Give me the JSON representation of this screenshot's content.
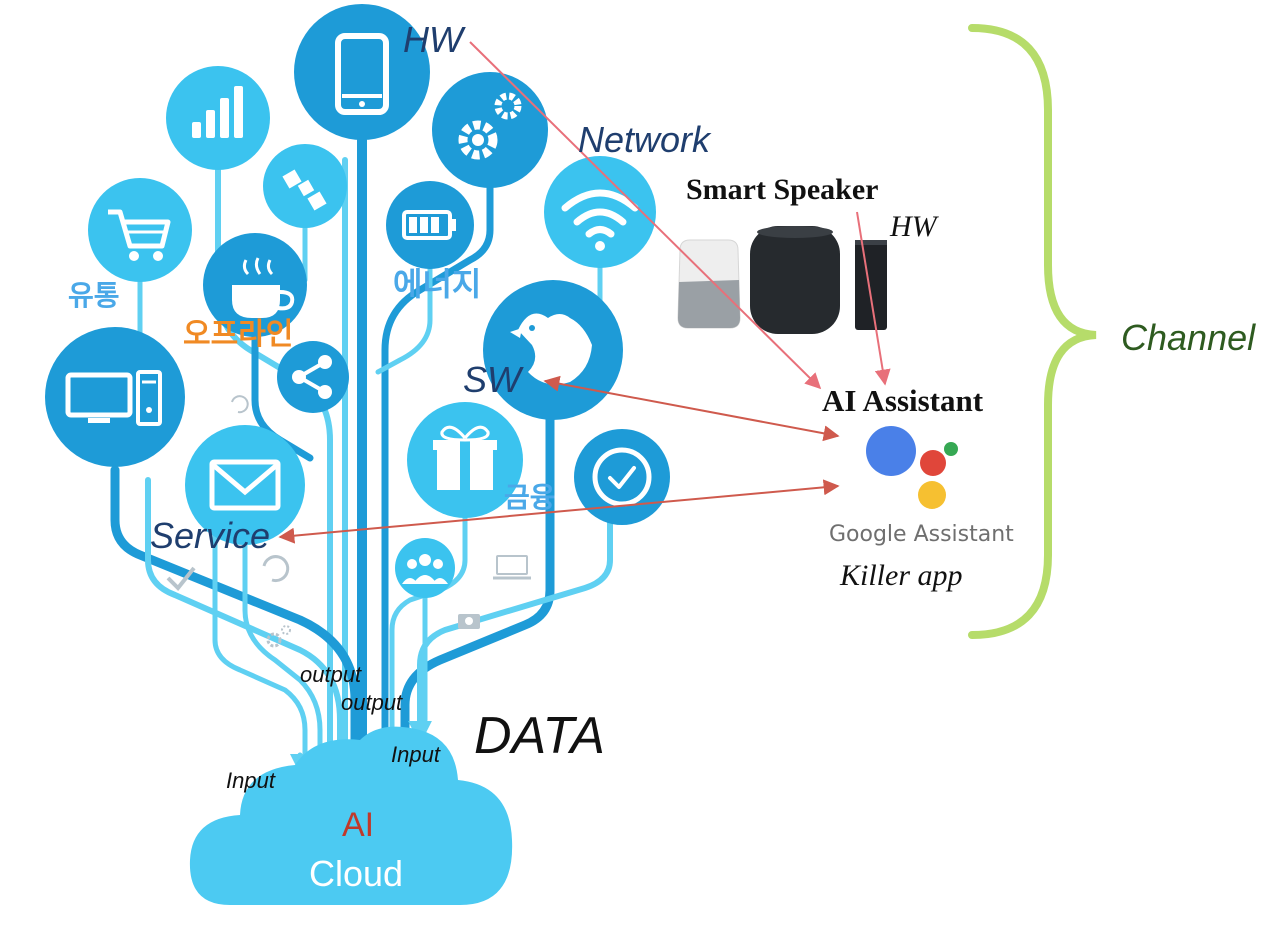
{
  "labels": {
    "hw_top": "HW",
    "network": "Network",
    "smart_speaker": "Smart Speaker",
    "hw_speaker": "HW",
    "sw": "SW",
    "ai_assistant": "AI Assistant",
    "google_assistant": "Google Assistant",
    "killer_app": "Killer app",
    "service": "Service",
    "channel": "Channel",
    "data": "DATA",
    "output_1": "output",
    "output_2": "output",
    "input_left": "Input",
    "input_right": "Input",
    "cloud_ai": "AI",
    "cloud_name": "Cloud",
    "kr_distribution": "유통",
    "kr_offline": "오프라인",
    "kr_energy": "에너지",
    "kr_finance": "금융"
  },
  "icons": [
    "mobile-phone-icon",
    "signal-bars-icon",
    "gears-icon",
    "satellite-icon",
    "battery-icon",
    "shopping-cart-icon",
    "coffee-cup-icon",
    "wifi-icon",
    "bird-icon",
    "desktop-computer-icon",
    "share-icon",
    "envelope-icon",
    "gift-icon",
    "clock-icon",
    "people-icon",
    "laptop-icon",
    "camera-icon",
    "checkmark-icon",
    "refresh-icon",
    "small-gears-icon"
  ],
  "colors": {
    "circle_dark": "#1e9bd7",
    "circle_light": "#3bc3ef",
    "trunk_dark": "#1e9bd7",
    "trunk_light": "#5fd0f2",
    "cloud": "#4ccaf2",
    "brace": "#b6dc6a",
    "arrow": "#cf5a4d",
    "arrow_pink": "#e8707a",
    "channel_text": "#2e5b20",
    "network_text": "#1f3e6e",
    "offline_text": "#f08a24",
    "korean_text": "#4aa8e8",
    "ai_text": "#c0392b",
    "g_blue": "#4a80e8",
    "g_red": "#e0463a",
    "g_yellow": "#f6c031",
    "g_green": "#36a853"
  }
}
